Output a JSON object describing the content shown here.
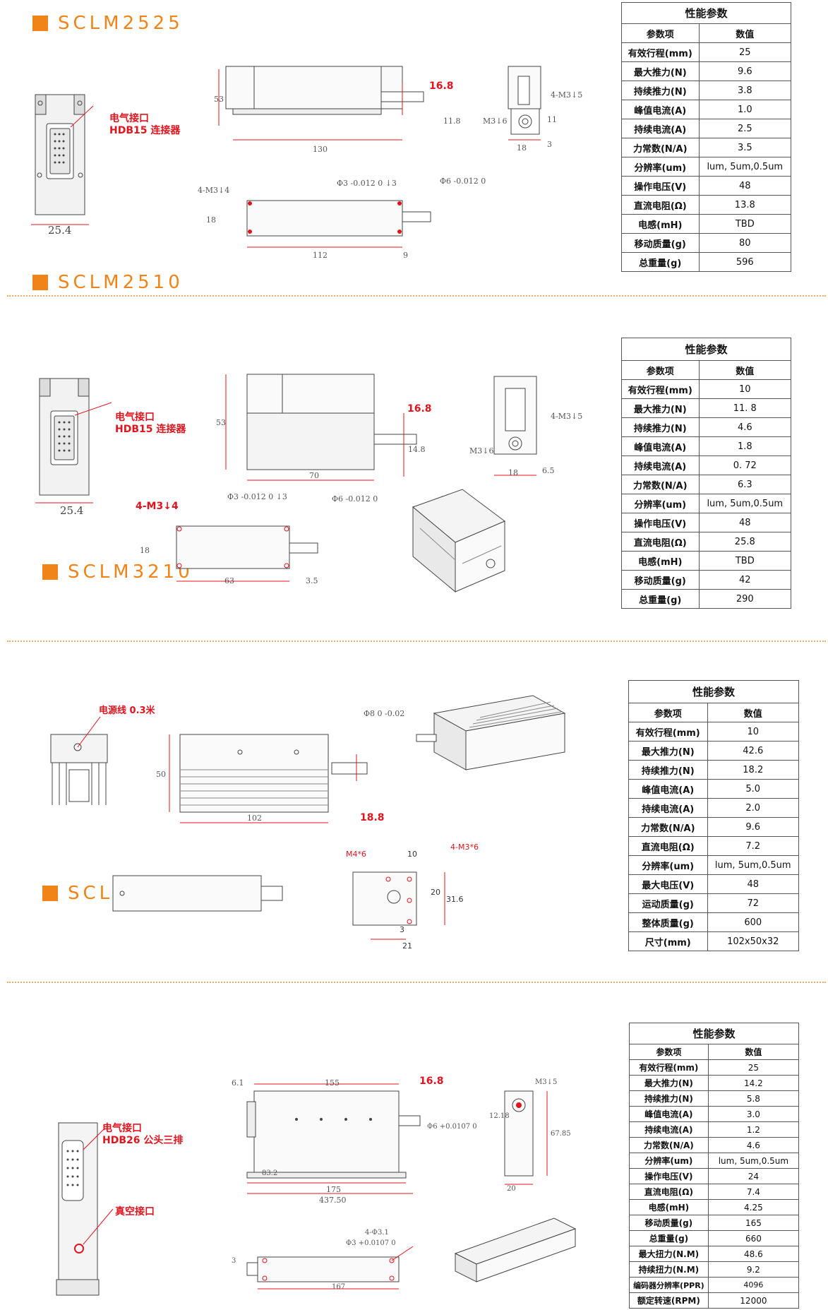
{
  "colors": {
    "accent": "#f08418",
    "red": "#e0141e",
    "divider": "#f3a95e",
    "green": "#3fae49"
  },
  "sections": [
    {
      "title": "SCLM2525",
      "callouts": [
        "电气接口",
        "HDB15 连接器"
      ],
      "dims": [
        "25.4",
        "53",
        "130",
        "16.8",
        "11.8",
        "4-M3↓5",
        "M3↓6",
        "18",
        "11",
        "3",
        "4-M3↓4",
        "Φ3 -0.012 0 ↓3",
        "Φ6 -0.012 0",
        "18",
        "112",
        "9"
      ],
      "table": {
        "heading": "性能参数",
        "col1": "参数项",
        "col2": "数值",
        "rows": [
          [
            "有效行程(mm)",
            "25"
          ],
          [
            "最大推力(N)",
            "9.6"
          ],
          [
            "持续推力(N)",
            "3.8"
          ],
          [
            "峰值电流(A)",
            "1.0"
          ],
          [
            "持续电流(A)",
            "2.5"
          ],
          [
            "力常数(N/A)",
            "3.5"
          ],
          [
            "分辨率(um)",
            "lum, 5um,0.5um"
          ],
          [
            "操作电压(V)",
            "48"
          ],
          [
            "直流电阻(Ω)",
            "13.8"
          ],
          [
            "电感(mH)",
            "TBD"
          ],
          [
            "移动质量(g)",
            "80"
          ],
          [
            "总重量(g)",
            "596"
          ]
        ]
      }
    },
    {
      "title": "SCLM2510",
      "callouts": [
        "电气接口",
        "HDB15 连接器"
      ],
      "dims": [
        "25.4",
        "53",
        "70",
        "16.8",
        "14.8",
        "4-M3↓5",
        "M3↓6",
        "18",
        "6.5",
        "4-M3↓4",
        "Φ3 -0.012 0 ↓3",
        "Φ6 -0.012 0",
        "18",
        "63",
        "3.5"
      ],
      "table": {
        "heading": "性能参数",
        "col1": "参数项",
        "col2": "数值",
        "rows": [
          [
            "有效行程(mm)",
            "10"
          ],
          [
            "最大推力(N)",
            "11. 8"
          ],
          [
            "持续推力(N)",
            "4.6"
          ],
          [
            "峰值电流(A)",
            "1.8"
          ],
          [
            "持续电流(A)",
            "0. 72"
          ],
          [
            "力常数(N/A)",
            "6.3"
          ],
          [
            "分辨率(um)",
            "lum, 5um,0.5um"
          ],
          [
            "操作电压(V)",
            "48"
          ],
          [
            "直流电阻(Ω)",
            "25.8"
          ],
          [
            "电感(mH)",
            "TBD"
          ],
          [
            "移动质量(g)",
            "42"
          ],
          [
            "总重量(g)",
            "290"
          ]
        ]
      }
    },
    {
      "title": "SCLM3210",
      "callouts": [
        "电源线 0.3米"
      ],
      "dims": [
        "50",
        "102",
        "18.8",
        "Φ8 0 -0.02",
        "M4*6",
        "10",
        "4-M3*6",
        "20",
        "31.6",
        "3",
        "21"
      ],
      "table": {
        "heading": "性能参数",
        "col1": "参数项",
        "col2": "数值",
        "rows": [
          [
            "有效行程(mm)",
            "10"
          ],
          [
            "最大推力(N)",
            "42.6"
          ],
          [
            "持续推力(N)",
            "18.2"
          ],
          [
            "峰值电流(A)",
            "5.0"
          ],
          [
            "持续电流(A)",
            "2.0"
          ],
          [
            "力常数(N/A)",
            "9.6"
          ],
          [
            "直流电阻(Ω)",
            "7.2"
          ],
          [
            "分辨率(um)",
            "lum, 5um,0.5um"
          ],
          [
            "最大电压(V)",
            "48"
          ],
          [
            "运动质量(g)",
            "72"
          ],
          [
            "整体质量(g)",
            "600"
          ],
          [
            "尺寸(mm)",
            "102x50x32"
          ]
        ]
      }
    },
    {
      "title": "SCLR2025",
      "icon": "rotary-icon",
      "callouts": [
        "电气接口",
        "HDB26 公头三排",
        "真空接口"
      ],
      "dims": [
        "6.1",
        "155",
        "16.8",
        "Φ6 +0.0107 0",
        "83.2",
        "175",
        "437.50",
        "M3↓5",
        "12.18",
        "67.85",
        "20",
        "3",
        "4-Φ3.1",
        "Φ3 +0.0107 0",
        "167"
      ],
      "table": {
        "heading": "性能参数",
        "col1": "参数项",
        "col2": "数值",
        "rows": [
          [
            "有效行程(mm)",
            "25"
          ],
          [
            "最大推力(N)",
            "14.2"
          ],
          [
            "持续推力(N)",
            "5.8"
          ],
          [
            "峰值电流(A)",
            "3.0"
          ],
          [
            "持续电流(A)",
            "1.2"
          ],
          [
            "力常数(N/A)",
            "4.6"
          ],
          [
            "分辨率(um)",
            "lum, 5um,0.5um"
          ],
          [
            "操作电压(V)",
            "24"
          ],
          [
            "直流电阻(Ω)",
            "7.4"
          ],
          [
            "电感(mH)",
            "4.25"
          ],
          [
            "移动质量(g)",
            "165"
          ],
          [
            "总重量(g)",
            "660"
          ],
          [
            "最大扭力(N.M)",
            "48.6"
          ],
          [
            "持续扭力(N.M)",
            "9.2"
          ],
          [
            "编码器分辨率(PPR)",
            "4096"
          ],
          [
            "额定转速(RPM)",
            "12000"
          ]
        ]
      }
    }
  ]
}
